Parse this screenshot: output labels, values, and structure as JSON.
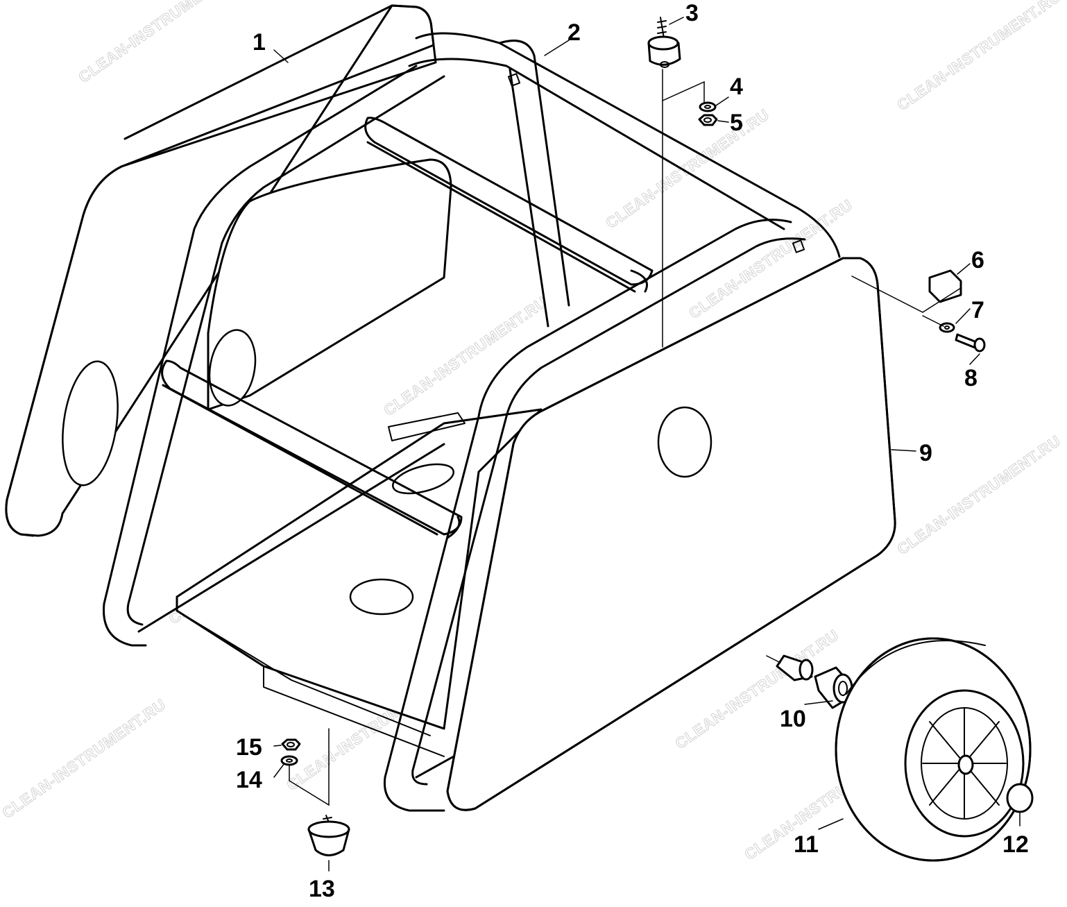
{
  "watermark": "CLEAN-INSTRUMENT.RU",
  "callouts": {
    "p1": "1",
    "p2": "2",
    "p3": "3",
    "p4": "4",
    "p5": "5",
    "p6": "6",
    "p7": "7",
    "p8": "8",
    "p9": "9",
    "p10": "10",
    "p11": "11",
    "p12": "12",
    "p13": "13",
    "p14": "14",
    "p15": "15"
  },
  "colors": {
    "line": "#000000",
    "background": "#ffffff",
    "watermark": "#d2d2d2"
  }
}
